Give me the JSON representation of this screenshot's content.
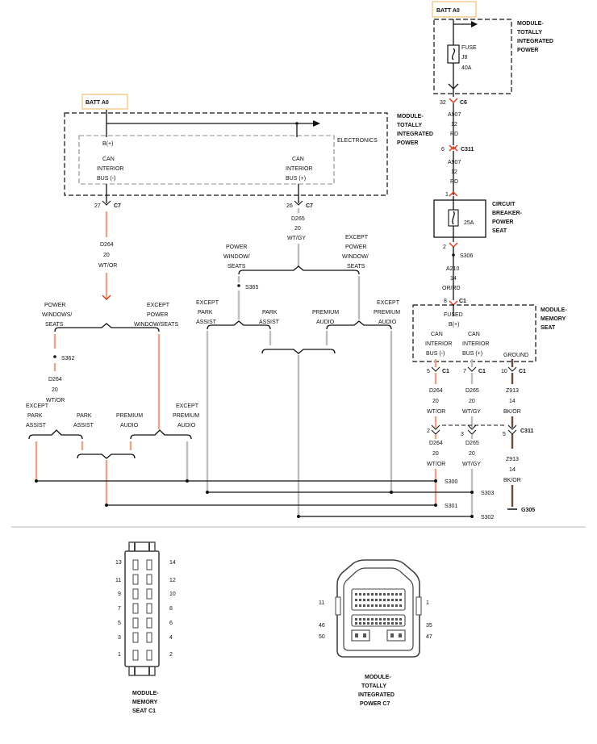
{
  "batt_top": {
    "label": "BATT A0"
  },
  "batt_left": {
    "label": "BATT A0"
  },
  "tipm_top": {
    "name_lines": [
      "MODULE-",
      "TOTALLY",
      "INTEGRATED",
      "POWER"
    ],
    "fuse_lines": [
      "FUSE",
      "J8",
      "40A"
    ],
    "pin": "32",
    "connector": "C6"
  },
  "tipm_left": {
    "name_lines": [
      "MODULE-",
      "TOTALLY",
      "INTEGRATED",
      "POWER"
    ],
    "sub_label": "ELECTRONICS",
    "bplus": "B(+)",
    "can_minus_lines": [
      "CAN",
      "INTERIOR",
      "BUS (-)"
    ],
    "can_plus_lines": [
      "CAN",
      "INTERIOR",
      "BUS (+)"
    ],
    "pin_minus": "27",
    "pin_plus": "26",
    "connector": "C7"
  },
  "wire_a907_upper": {
    "circuit": "A907",
    "gauge": "12",
    "color": "RD"
  },
  "c311_top": {
    "pin": "6",
    "connector": "C311"
  },
  "wire_a907_lower": {
    "circuit": "A907",
    "gauge": "12",
    "color": "RD"
  },
  "circuit_breaker": {
    "pin_in": "1",
    "pin_out": "2",
    "rating": "25A",
    "name_lines": [
      "CIRCUIT",
      "BREAKER-",
      "POWER",
      "SEAT"
    ]
  },
  "splice_s306": "S306",
  "wire_a210": {
    "circuit": "A210",
    "gauge": "14",
    "color": "OR/RD"
  },
  "c1_fused": {
    "pin": "8",
    "connector": "C1"
  },
  "memory_seat": {
    "name_lines": [
      "MODULE-",
      "MEMORY",
      "SEAT"
    ],
    "fused_lines": [
      "FUSED",
      "B(+)"
    ],
    "can_minus_lines": [
      "CAN",
      "INTERIOR",
      "BUS (-)"
    ],
    "can_plus_lines": [
      "CAN",
      "INTERIOR",
      "BUS (+)"
    ],
    "ground": "GROUND",
    "pin_minus": "5",
    "pin_plus": "7",
    "pin_ground": "10",
    "connector": "C1"
  },
  "wire_d265_left": {
    "circuit": "D265",
    "gauge": "20",
    "color": "WT/GY"
  },
  "wire_d264_left": {
    "circuit": "D264",
    "gauge": "20",
    "color": "WT/OR"
  },
  "options_mid": {
    "power_window_seats": [
      "POWER",
      "WINDOW/",
      "SEATS"
    ],
    "except_power_window_seats": [
      "EXCEPT",
      "POWER",
      "WINDOW/",
      "SEATS"
    ],
    "splice": "S365",
    "except_park_assist": [
      "EXCEPT",
      "PARK",
      "ASSIST"
    ],
    "park_assist": [
      "PARK",
      "ASSIST"
    ],
    "premium_audio": [
      "PREMIUM",
      "AUDIO"
    ],
    "except_premium_audio": [
      "EXCEPT",
      "PREMIUM",
      "AUDIO"
    ]
  },
  "options_left": {
    "power_windows_seats": [
      "POWER",
      "WINDOWS/",
      "SEATS"
    ],
    "except_power_window_seats": [
      "EXCEPT",
      "POWER",
      "WINDOW/SEATS"
    ],
    "splice": "S362",
    "wire": {
      "circuit": "D264",
      "gauge": "20",
      "color": "WT/OR"
    },
    "except_park_assist": [
      "EXCEPT",
      "PARK",
      "ASSIST"
    ],
    "park_assist": [
      "PARK",
      "ASSIST"
    ],
    "premium_audio": [
      "PREMIUM",
      "AUDIO"
    ],
    "except_premium_audio": [
      "EXCEPT",
      "PREMIUM",
      "AUDIO"
    ]
  },
  "wires_right_upper": {
    "d264": {
      "circuit": "D264",
      "gauge": "20",
      "color": "WT/OR"
    },
    "d265": {
      "circuit": "D265",
      "gauge": "20",
      "color": "WT/GY"
    },
    "z913": {
      "circuit": "Z913",
      "gauge": "14",
      "color": "BK/OR"
    }
  },
  "c311_right": {
    "pin_d264": "2",
    "pin_d265": "3",
    "pin_z913": "5",
    "connector": "C311"
  },
  "wires_right_lower": {
    "d264": {
      "circuit": "D264",
      "gauge": "20",
      "color": "WT/OR"
    },
    "d265": {
      "circuit": "D265",
      "gauge": "20",
      "color": "WT/GY"
    },
    "z913": {
      "circuit": "Z913",
      "gauge": "14",
      "color": "BK/OR"
    }
  },
  "splices_bus": [
    "S300",
    "S303",
    "S301",
    "S302"
  ],
  "ground_g305": "G305",
  "connector_c1_view": {
    "left_pins": [
      "13",
      "11",
      "9",
      "7",
      "5",
      "3",
      "1"
    ],
    "right_pins": [
      "14",
      "12",
      "10",
      "8",
      "6",
      "4",
      "2"
    ],
    "caption_lines": [
      "MODULE-",
      "MEMORY",
      "SEAT C1"
    ]
  },
  "connector_c7_view": {
    "labels": {
      "top_left": "11",
      "top_right": "1",
      "mid_left": "46",
      "mid_right": "35",
      "bot_left": "50",
      "bot_right": "47"
    },
    "caption_lines": [
      "MODULE-",
      "TOTALLY",
      "INTEGRATED",
      "POWER C7"
    ]
  }
}
